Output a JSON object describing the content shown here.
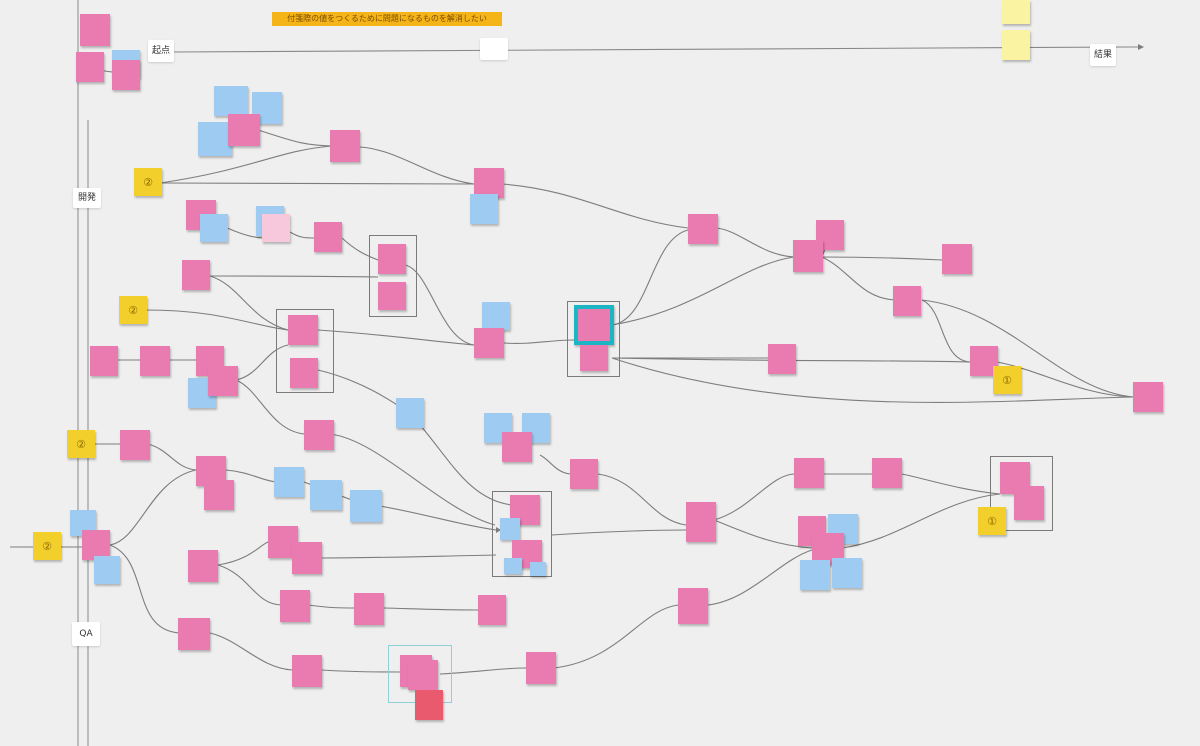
{
  "banner_text": "付箋際の値をつくるために問題になるものを解消したい",
  "labels": {
    "start": "起点",
    "end": "結果",
    "mid": "",
    "dev": "開発",
    "qa": "QA"
  },
  "badges": {
    "b1": "②",
    "b2": "②",
    "b3": "①",
    "b4": "②",
    "b5": "①",
    "b6": "②"
  },
  "colors": {
    "pink": "#e97bb0",
    "blue": "#9ecbf2",
    "yellow": "#f2cf2a",
    "highlight": "#1bb5c4"
  }
}
